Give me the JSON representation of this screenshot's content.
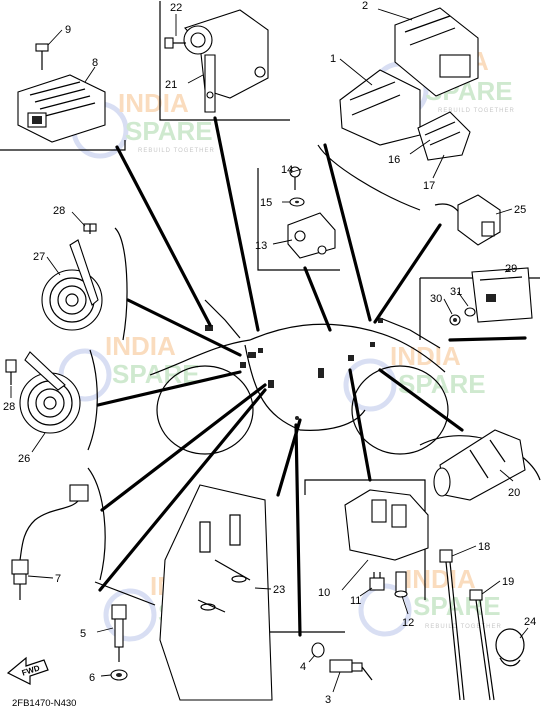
{
  "diagram_code": "2FB1470-N430",
  "fwd_label": "FWD",
  "watermark": {
    "line1": "INDIA",
    "line2": "SPARE",
    "tagline": "REBUILD TOGETHER"
  },
  "colors": {
    "watermark_orange": "#f6c08a",
    "watermark_green": "#a8d8a8",
    "watermark_blue": "#b9c4ea"
  },
  "labels": {
    "p1": "1",
    "p2": "2",
    "p3": "3",
    "p4": "4",
    "p5": "5",
    "p6": "6",
    "p7": "7",
    "p8": "8",
    "p9": "9",
    "p10": "10",
    "p11": "11",
    "p12": "12",
    "p13": "13",
    "p14": "14",
    "p15": "15",
    "p16": "16",
    "p17": "17",
    "p18": "18",
    "p19": "19",
    "p20": "20",
    "p21": "21",
    "p22": "22",
    "p23": "23",
    "p24": "24",
    "p25": "25",
    "p26": "26",
    "p27": "27",
    "p28a": "28",
    "p28b": "28",
    "p29": "29",
    "p30": "30",
    "p31": "31"
  }
}
